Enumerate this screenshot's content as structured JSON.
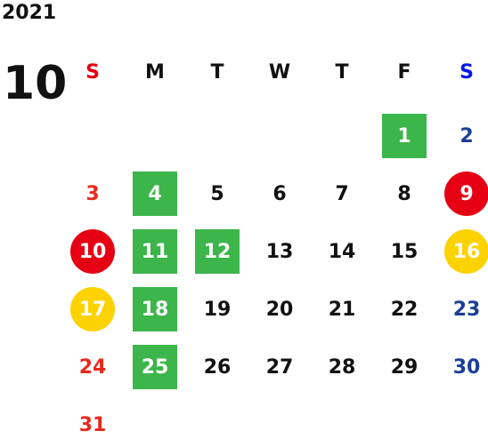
{
  "year": "2021",
  "month": "10",
  "colors": {
    "sunday": "#e8291c",
    "saturday": "#1b3e96",
    "weekday": "#111111",
    "green_mark": "#3cb54a",
    "red_mark": "#e60013",
    "yellow_mark": "#fcd200"
  },
  "weekdays": [
    {
      "label": "S",
      "color": "#e60013"
    },
    {
      "label": "M",
      "color": "#111111"
    },
    {
      "label": "T",
      "color": "#111111"
    },
    {
      "label": "W",
      "color": "#111111"
    },
    {
      "label": "T",
      "color": "#111111"
    },
    {
      "label": "F",
      "color": "#111111"
    },
    {
      "label": "S",
      "color": "#0018e6"
    }
  ],
  "weeks": [
    [
      null,
      null,
      null,
      null,
      null,
      {
        "day": "1",
        "mark": "green"
      },
      {
        "day": "2"
      }
    ],
    [
      {
        "day": "3"
      },
      {
        "day": "4",
        "mark": "green"
      },
      {
        "day": "5"
      },
      {
        "day": "6"
      },
      {
        "day": "7"
      },
      {
        "day": "8"
      },
      {
        "day": "9",
        "mark": "red"
      }
    ],
    [
      {
        "day": "10",
        "mark": "red"
      },
      {
        "day": "11",
        "mark": "green"
      },
      {
        "day": "12",
        "mark": "green"
      },
      {
        "day": "13"
      },
      {
        "day": "14"
      },
      {
        "day": "15"
      },
      {
        "day": "16",
        "mark": "yellow"
      }
    ],
    [
      {
        "day": "17",
        "mark": "yellow"
      },
      {
        "day": "18",
        "mark": "green"
      },
      {
        "day": "19"
      },
      {
        "day": "20"
      },
      {
        "day": "21"
      },
      {
        "day": "22"
      },
      {
        "day": "23"
      }
    ],
    [
      {
        "day": "24"
      },
      {
        "day": "25",
        "mark": "green"
      },
      {
        "day": "26"
      },
      {
        "day": "27"
      },
      {
        "day": "28"
      },
      {
        "day": "29"
      },
      {
        "day": "30"
      }
    ],
    [
      {
        "day": "31"
      },
      null,
      null,
      null,
      null,
      null,
      null
    ]
  ]
}
